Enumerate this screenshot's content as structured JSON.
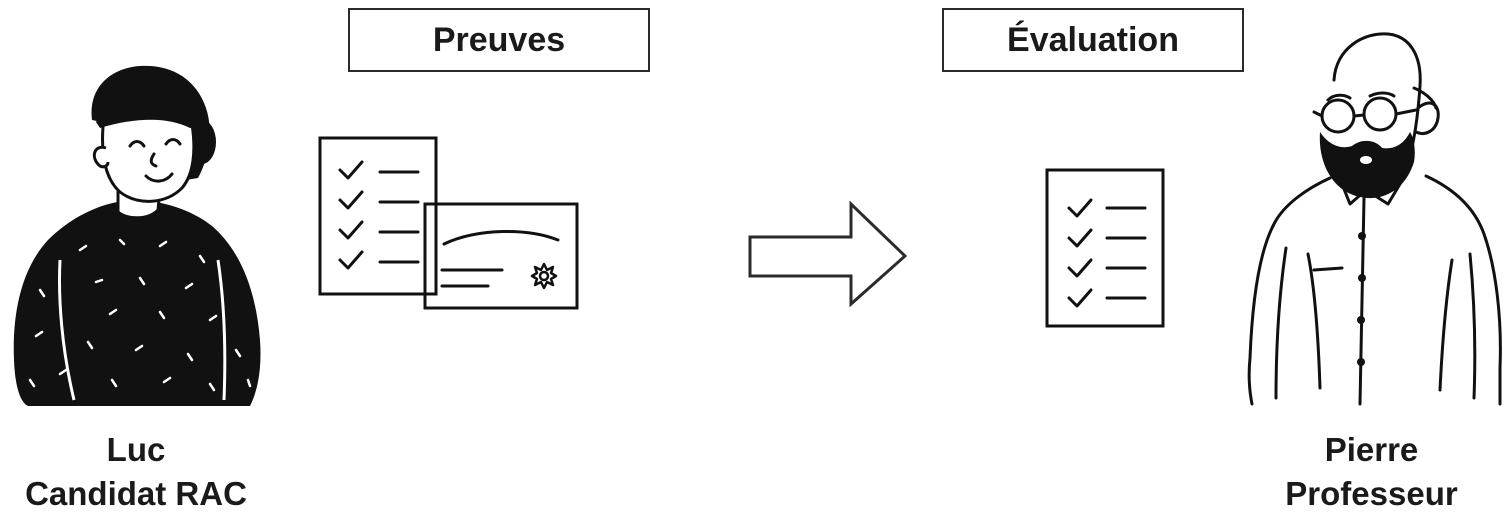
{
  "labels": {
    "evidence": "Preuves",
    "evaluation": "Évaluation"
  },
  "candidate": {
    "name": "Luc",
    "role": "Candidat RAC",
    "icon": "student-illustration"
  },
  "professor": {
    "name": "Pierre",
    "role": "Professeur",
    "icon": "professor-illustration"
  },
  "icons": {
    "evidence": [
      "checklist-document-icon",
      "certificate-icon"
    ],
    "flow": "arrow-right-icon",
    "evaluation": "checklist-document-icon"
  },
  "colors": {
    "ink": "#1a1a1a",
    "background": "#ffffff"
  }
}
